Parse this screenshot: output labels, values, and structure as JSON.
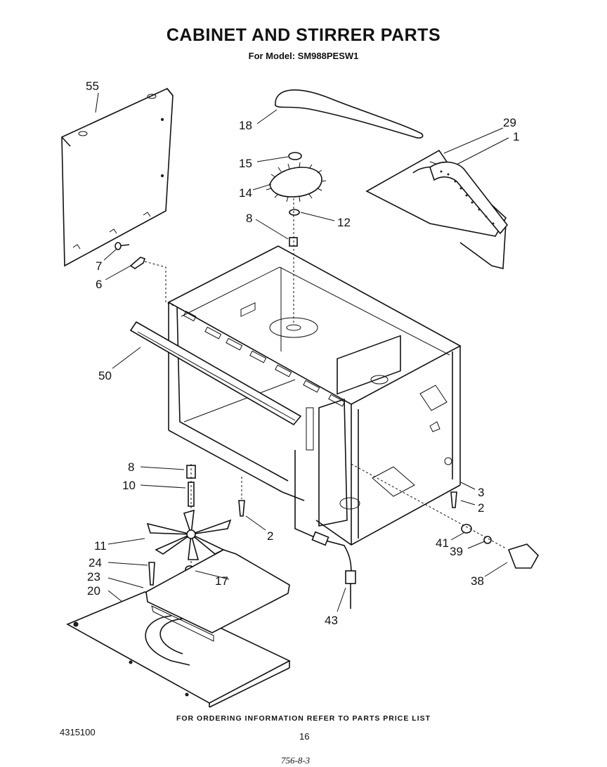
{
  "title": "CABINET AND STIRRER PARTS",
  "subtitle": "For Model: SM988PESW1",
  "footer_note": "FOR ORDERING INFORMATION REFER TO PARTS PRICE LIST",
  "doc_number": "4315100",
  "page_number": "16",
  "handwritten_mark": "756-8-3",
  "callouts": [
    "55",
    "18",
    "29",
    "1",
    "15",
    "14",
    "12",
    "8",
    "7",
    "6",
    "50",
    "8",
    "10",
    "2",
    "3",
    "2",
    "11",
    "24",
    "23",
    "20",
    "17",
    "41",
    "39",
    "38",
    "43"
  ]
}
